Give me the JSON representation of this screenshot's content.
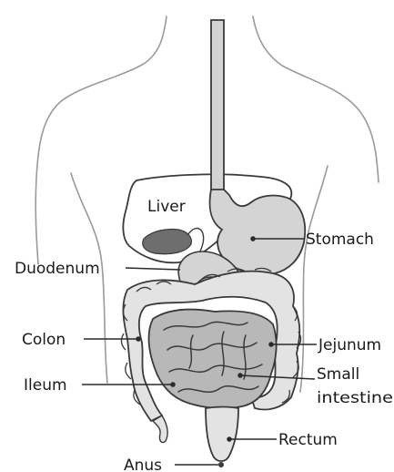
{
  "labels": {
    "liver": "Liver",
    "stomach": "Stomach",
    "duodenum": "Duodenum",
    "colon": "Colon",
    "jejunum": "Jejunum",
    "ileum": "Ileum",
    "small_intestine_line1": "Small",
    "small_intestine_line2": "intestine",
    "rectum": "Rectum",
    "anus": "Anus"
  },
  "colors": {
    "body_outline": "#9a9a9a",
    "organ_fill": "#d4d4d4",
    "organ_fill_dark": "#b8b8b8",
    "gallbladder_fill": "#6e6e6e",
    "organ_stroke": "#3a3a3a",
    "leader_line": "#2a2a2a",
    "label_text": "#1a1a1a"
  }
}
